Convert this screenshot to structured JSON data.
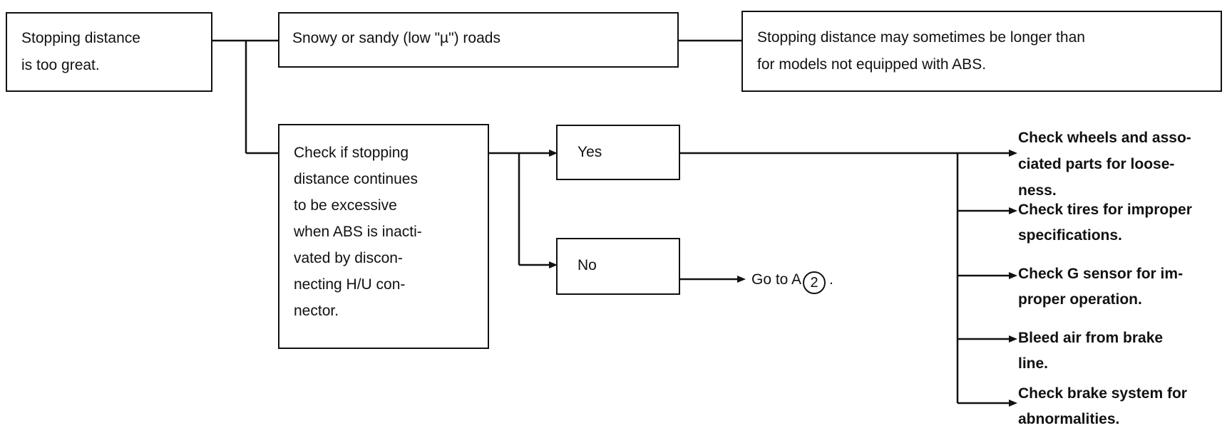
{
  "start": {
    "lines": [
      "Stopping distance",
      "is too great."
    ]
  },
  "road_condition": {
    "text": "Snowy or sandy (low \"µ\") roads"
  },
  "road_result": {
    "lines": [
      "Stopping distance may sometimes be longer than",
      "for models not equipped with ABS."
    ]
  },
  "check_box": {
    "lines": [
      "Check if stopping",
      "distance continues",
      "to be excessive",
      "when ABS is inacti-",
      "vated by discon-",
      "necting H/U con-",
      "nector."
    ]
  },
  "yes": {
    "label": "Yes"
  },
  "no": {
    "label": "No",
    "goto_prefix": "Go to A",
    "goto_circle": "2",
    "goto_suffix": "."
  },
  "actions": [
    {
      "lines": [
        "Check wheels and asso-",
        "ciated parts for loose-",
        "ness."
      ]
    },
    {
      "lines": [
        "Check tires for improper",
        "specifications."
      ]
    },
    {
      "lines": [
        "Check G sensor for im-",
        "proper operation."
      ]
    },
    {
      "lines": [
        "Bleed air from brake",
        "line."
      ]
    },
    {
      "lines": [
        "Check brake system for",
        "abnormalities."
      ]
    }
  ]
}
